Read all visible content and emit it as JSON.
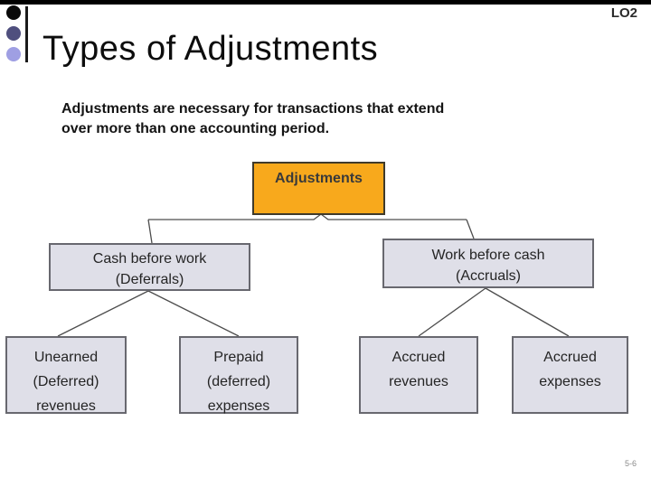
{
  "slide": {
    "lo_label": "LO2",
    "title": "Types of Adjustments",
    "intro_lines": [
      "Adjustments are necessary for transactions that extend",
      "over more than one accounting period."
    ],
    "page_number": "5-6"
  },
  "diagram": {
    "root": {
      "label": "Adjustments"
    },
    "level2": [
      {
        "id": "deferrals",
        "lines": [
          "Cash before work",
          "(Deferrals)"
        ]
      },
      {
        "id": "accruals",
        "lines": [
          "Work before cash",
          "(Accruals)"
        ]
      }
    ],
    "leaves": [
      {
        "id": "unearned-revenues",
        "lines": [
          "Unearned",
          "(Deferred)",
          "revenues"
        ]
      },
      {
        "id": "prepaid-expenses",
        "lines": [
          "Prepaid",
          "(deferred)",
          "expenses"
        ]
      },
      {
        "id": "accrued-revenues",
        "lines": [
          "Accrued",
          "revenues"
        ]
      },
      {
        "id": "accrued-expenses",
        "lines": [
          "Accrued",
          "expenses"
        ]
      }
    ]
  },
  "colors": {
    "root_fill": "#F8A91C",
    "root_border": "#3F3A2B",
    "node_fill": "#DFDFE8",
    "node_border": "#68686F",
    "connector": "#4D4D4D",
    "bullet_black": "#0A0A0A",
    "bullet_mid": "#4F4F7E",
    "bullet_light": "#9F9FE3"
  }
}
